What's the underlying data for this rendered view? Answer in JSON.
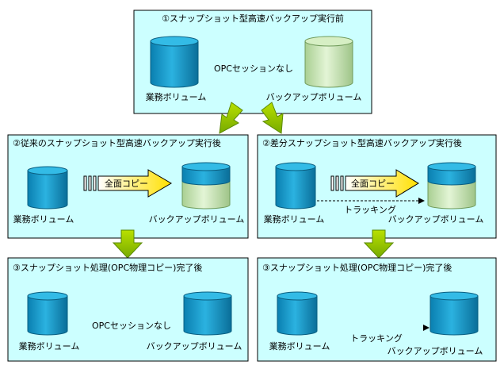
{
  "colors": {
    "panel_fill": "#ccffff",
    "panel_stroke": "#000000",
    "cyl_blue": "#1a9fd0",
    "cyl_blue_dark": "#0a6e99",
    "cyl_green": "#c8e6b0",
    "cyl_green_dark": "#8fb27a",
    "arrow_green": "#99cc00",
    "copy_arrow": "#ffee55"
  },
  "panels": [
    {
      "id": "before",
      "title": "①スナップショット型高速バックアップ実行前",
      "source_label": "業務ボリューム",
      "target_label": "バックアップボリューム",
      "center_text": "OPCセッションなし"
    },
    {
      "id": "conventional",
      "title": "②従来のスナップショット型高速バックアップ実行後",
      "source_label": "業務ボリューム",
      "target_label": "バックアップボリューム",
      "copy_label": "全面コピー"
    },
    {
      "id": "differential",
      "title": "②差分スナップショット型高速バックアップ実行後",
      "source_label": "業務ボリューム",
      "target_label": "バックアップボリューム",
      "copy_label": "全面コピー",
      "tracking_label": "トラッキング"
    },
    {
      "id": "done-conventional",
      "title": "③スナップショット処理(OPC物理コピー)完了後",
      "source_label": "業務ボリューム",
      "target_label": "バックアップボリューム",
      "center_text": "OPCセッションなし"
    },
    {
      "id": "done-differential",
      "title": "③スナップショット処理(OPC物理コピー)完了後",
      "source_label": "業務ボリューム",
      "target_label": "バックアップボリューム",
      "tracking_label": "トラッキング"
    }
  ]
}
